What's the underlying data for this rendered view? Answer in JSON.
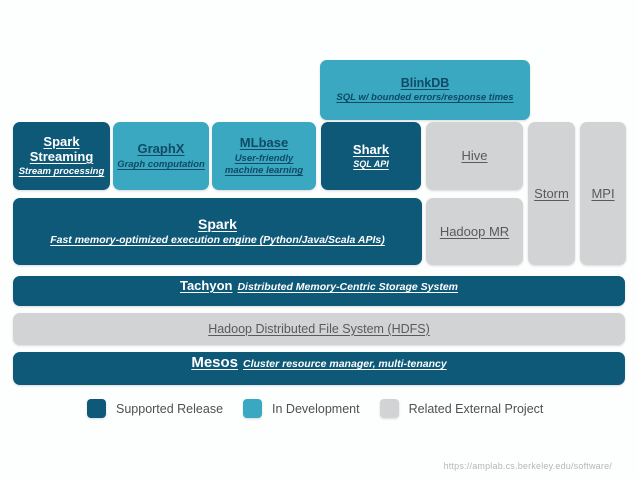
{
  "diagram": {
    "boxes": {
      "blinkdb": {
        "title": "BlinkDB",
        "subtitle": "SQL w/ bounded errors/response times",
        "status": "in-development"
      },
      "spark_streaming": {
        "title": "Spark Streaming",
        "subtitle": "Stream processing",
        "status": "supported"
      },
      "graphx": {
        "title": "GraphX",
        "subtitle": "Graph computation",
        "status": "in-development"
      },
      "mlbase": {
        "title": "MLbase",
        "subtitle": "User-friendly machine learning",
        "status": "in-development"
      },
      "shark": {
        "title": "Shark",
        "subtitle": "SQL API",
        "status": "supported"
      },
      "hive": {
        "title": "Hive",
        "status": "external"
      },
      "storm": {
        "title": "Storm",
        "status": "external"
      },
      "mpi": {
        "title": "MPI",
        "status": "external"
      },
      "spark": {
        "title": "Spark",
        "subtitle": "Fast memory-optimized execution engine (Python/Java/Scala APIs)",
        "status": "supported"
      },
      "hadoop_mr": {
        "title": "Hadoop MR",
        "status": "external"
      },
      "tachyon": {
        "title": "Tachyon",
        "subtitle": "Distributed Memory-Centric Storage System",
        "status": "supported"
      },
      "hdfs": {
        "title": "Hadoop Distributed File System (HDFS)",
        "status": "external"
      },
      "mesos": {
        "title": "Mesos",
        "subtitle": "Cluster resource manager, multi-tenancy",
        "status": "supported"
      }
    },
    "legend": [
      {
        "label": "Supported Release",
        "color": "#0e5878"
      },
      {
        "label": "In Development",
        "color": "#3aa8c1"
      },
      {
        "label": "Related External Project",
        "color": "#d2d3d4"
      }
    ],
    "link": "https://amplab.cs.berkeley.edu/software/",
    "colors": {
      "navy": "#0e5878",
      "teal": "#3aa8c1",
      "gray": "#d2d3d4",
      "navy-text": "#0f4a66",
      "gray-text": "#595a5c",
      "legend-text": "#4f5052",
      "link-text": "#b4b7b9"
    }
  }
}
